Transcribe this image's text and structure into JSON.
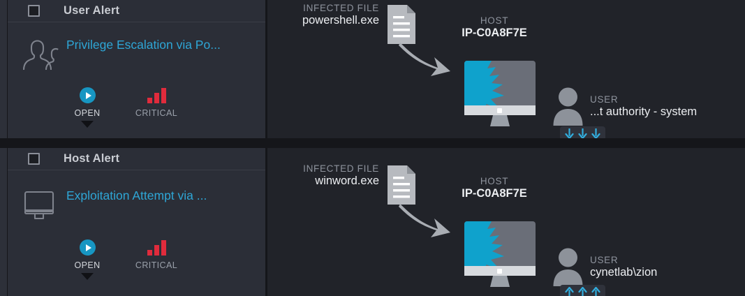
{
  "theme": {
    "page_bg": "#15161a",
    "card_bg": "#2b2e37",
    "graph_bg": "#212329",
    "accent_cyan": "#2ea6d6",
    "status_open_blue": "#1796c2",
    "severity_red": "#e02b3c",
    "text_primary": "#eceef1",
    "text_muted": "#8e939d",
    "icon_gray": "#8b9098"
  },
  "rows": [
    {
      "card": {
        "checkbox_checked": false,
        "checkbox_name": "alert-select-checkbox",
        "title": "User Alert",
        "entity_icon": "users-icon",
        "alert_name": "Privilege Escalation via Po...",
        "status": {
          "state_icon": "play-circle-icon",
          "state_label": "OPEN",
          "severity_icon": "signal-bars-icon",
          "severity_label": "CRITICAL",
          "expand_icon": "caret-down-icon"
        }
      },
      "graph": {
        "file": {
          "kind_label": "INFECTED FILE",
          "value": "powershell.exe",
          "icon": "document-icon"
        },
        "arrow_icon": "curved-arrow-icon",
        "host": {
          "kind_label": "HOST",
          "value": "IP-C0A8F7E",
          "icon": "infected-monitor-icon"
        },
        "user": {
          "kind_label": "USER",
          "value": "...t authority - system",
          "icon": "person-icon"
        },
        "direction_badge": {
          "icon": "arrow-down-icon",
          "count": 3,
          "direction": "down"
        }
      }
    },
    {
      "card": {
        "checkbox_checked": false,
        "checkbox_name": "alert-select-checkbox",
        "title": "Host Alert",
        "entity_icon": "monitor-icon",
        "alert_name": "Exploitation Attempt via ...",
        "status": {
          "state_icon": "play-circle-icon",
          "state_label": "OPEN",
          "severity_icon": "signal-bars-icon",
          "severity_label": "CRITICAL",
          "expand_icon": "caret-down-icon"
        }
      },
      "graph": {
        "file": {
          "kind_label": "INFECTED FILE",
          "value": "winword.exe",
          "icon": "document-icon"
        },
        "arrow_icon": "curved-arrow-icon",
        "host": {
          "kind_label": "HOST",
          "value": "IP-C0A8F7E",
          "icon": "infected-monitor-icon"
        },
        "user": {
          "kind_label": "USER",
          "value": "cynetlab\\zion",
          "icon": "person-icon"
        },
        "direction_badge": {
          "icon": "arrow-up-icon",
          "count": 3,
          "direction": "up"
        }
      }
    }
  ]
}
